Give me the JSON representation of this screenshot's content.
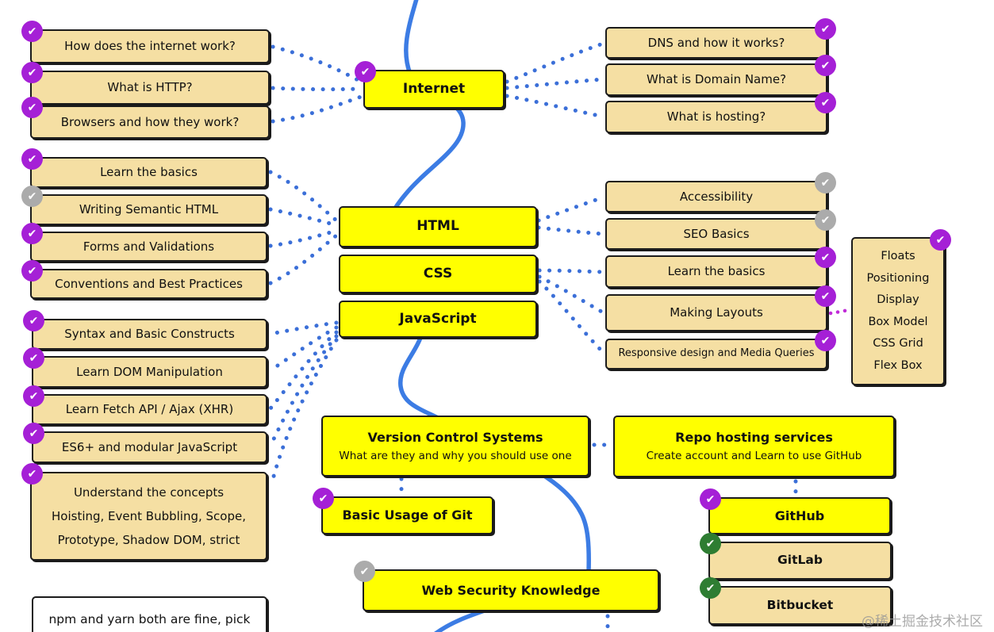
{
  "watermark": "@稀土掘金技术社区",
  "colors": {
    "node_yellow": "#FFFF00",
    "node_tan": "#F5DFA3",
    "connector_blue": "#3B6FD8",
    "curve_blue": "#3C7CE4",
    "connector_purple": "#C02BD8",
    "badge_done": "#A520D6",
    "badge_skipped": "#ABABAB",
    "badge_done_alt": "#2E7D32"
  },
  "topics": {
    "how_internet": "How does the internet work?",
    "what_http": "What is HTTP?",
    "browsers": "Browsers and how they work?",
    "internet": "Internet",
    "dns": "DNS and how it works?",
    "domain_name": "What is Domain Name?",
    "hosting": "What is hosting?",
    "html_basics": "Learn the basics",
    "semantic_html": "Writing Semantic HTML",
    "forms": "Forms and Validations",
    "conventions": "Conventions and Best Practices",
    "html": "HTML",
    "css": "CSS",
    "javascript": "JavaScript",
    "accessibility": "Accessibility",
    "seo": "SEO Basics",
    "css_basics": "Learn the basics",
    "layouts": "Making Layouts",
    "responsive": "Responsive design and Media Queries",
    "css_concepts": {
      "lines": [
        "Floats",
        "Positioning",
        "Display",
        "Box Model",
        "CSS Grid",
        "Flex Box"
      ]
    },
    "js_syntax": "Syntax and Basic Constructs",
    "js_dom": "Learn DOM Manipulation",
    "js_fetch": "Learn Fetch API / Ajax (XHR)",
    "js_es6": "ES6+ and modular JavaScript",
    "js_concepts": {
      "lines": [
        "Understand the concepts",
        "Hoisting, Event Bubbling, Scope,",
        "Prototype, Shadow DOM, strict"
      ]
    },
    "npm_note": "npm and yarn both are fine, pick",
    "vcs": {
      "title": "Version Control Systems",
      "subtitle": "What are they and why you should use one"
    },
    "git_basic": "Basic Usage of Git",
    "web_security": "Web Security Knowledge",
    "repo_hosting": {
      "title": "Repo hosting services",
      "subtitle": "Create account and Learn to use GitHub"
    },
    "github": "GitHub",
    "gitlab": "GitLab",
    "bitbucket": "Bitbucket"
  }
}
